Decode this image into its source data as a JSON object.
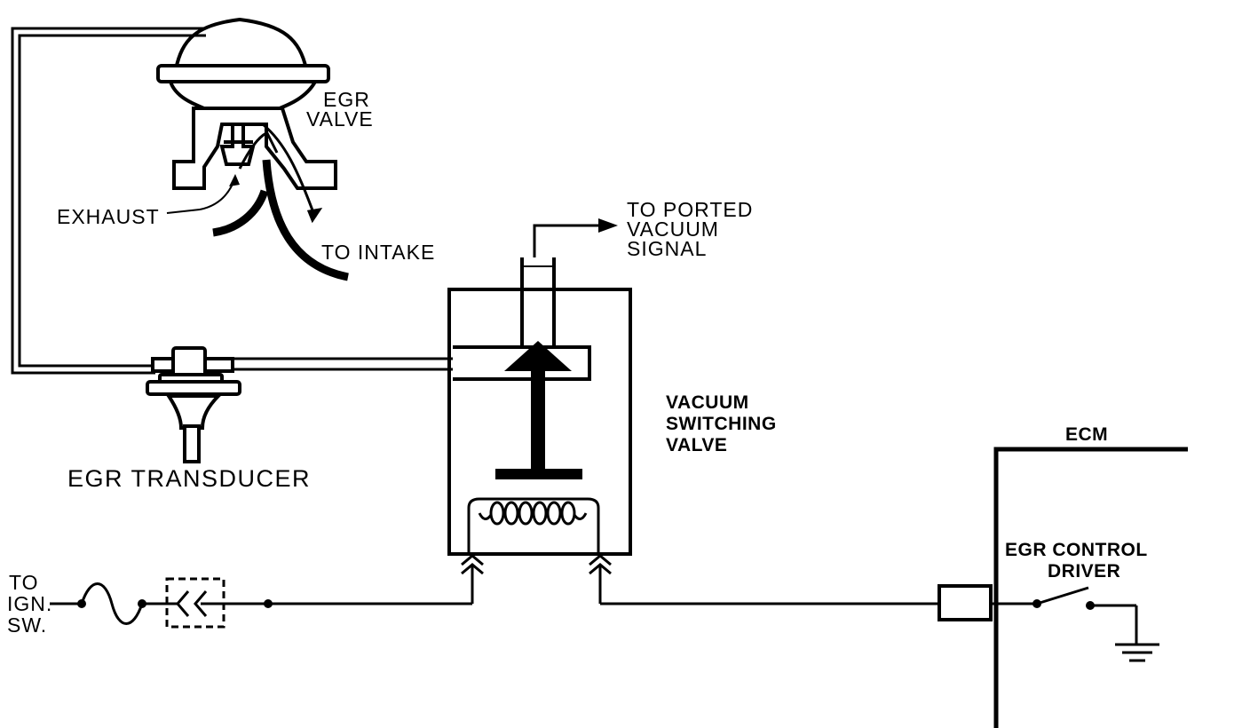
{
  "labels": {
    "egr_valve_line1": "EGR",
    "egr_valve_line2": "VALVE",
    "exhaust": "EXHAUST",
    "to_intake": "TO INTAKE",
    "ported_line1": "TO PORTED",
    "ported_line2": "VACUUM",
    "ported_line3": "SIGNAL",
    "egr_transducer": "EGR TRANSDUCER",
    "vsv_line1": "VACUUM",
    "vsv_line2": "SWITCHING",
    "vsv_line3": "VALVE",
    "ecm": "ECM",
    "driver_line1": "EGR CONTROL",
    "driver_line2": "DRIVER",
    "ign_line1": "TO",
    "ign_line2": "IGN.",
    "ign_line3": "SW."
  },
  "colors": {
    "ink": "#000000",
    "paper": "#ffffff"
  }
}
